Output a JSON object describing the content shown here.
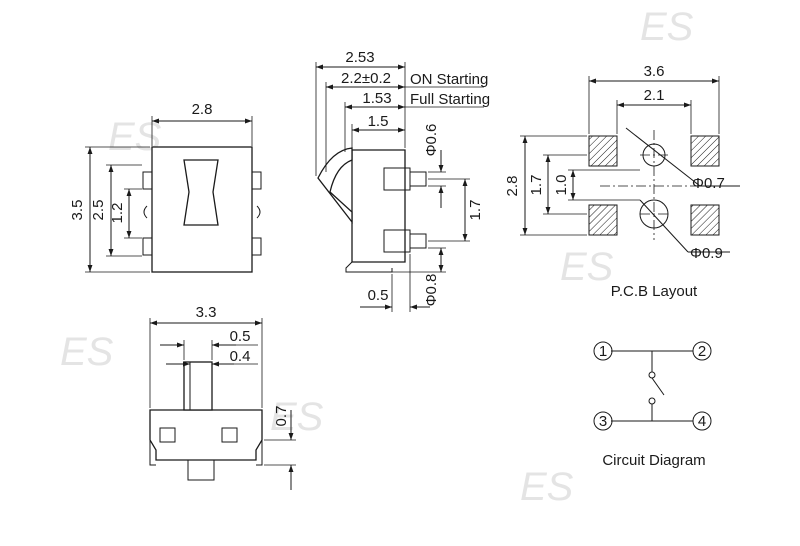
{
  "watermark": "ES",
  "top_view": {
    "width": "2.8",
    "height": "3.5",
    "pin_span": "2.5",
    "pin_pitch": "1.2"
  },
  "side_view": {
    "overall": "2.53",
    "on_start": "2.2±0.2",
    "on_start_label": "ON Starting",
    "full_start": "1.53",
    "full_start_label": "Full Starting",
    "body_depth": "1.5",
    "pin_dia": "0.6",
    "pin_pitch": "1.7",
    "pin_offset": "0.8",
    "pin_end": "0.5"
  },
  "front_view": {
    "width": "3.3",
    "actuator_outer": "0.5",
    "actuator_inner": "0.4",
    "height": "0.7"
  },
  "pcb_layout": {
    "caption": "P.C.B Layout",
    "width": "3.6",
    "inner_width": "2.1",
    "height": "2.8",
    "pad_pitch": "1.7",
    "hole_pitch": "1.0",
    "hole_small": "0.7",
    "hole_large": "0.9"
  },
  "circuit": {
    "caption": "Circuit Diagram",
    "pins": [
      "1",
      "2",
      "3",
      "4"
    ]
  }
}
